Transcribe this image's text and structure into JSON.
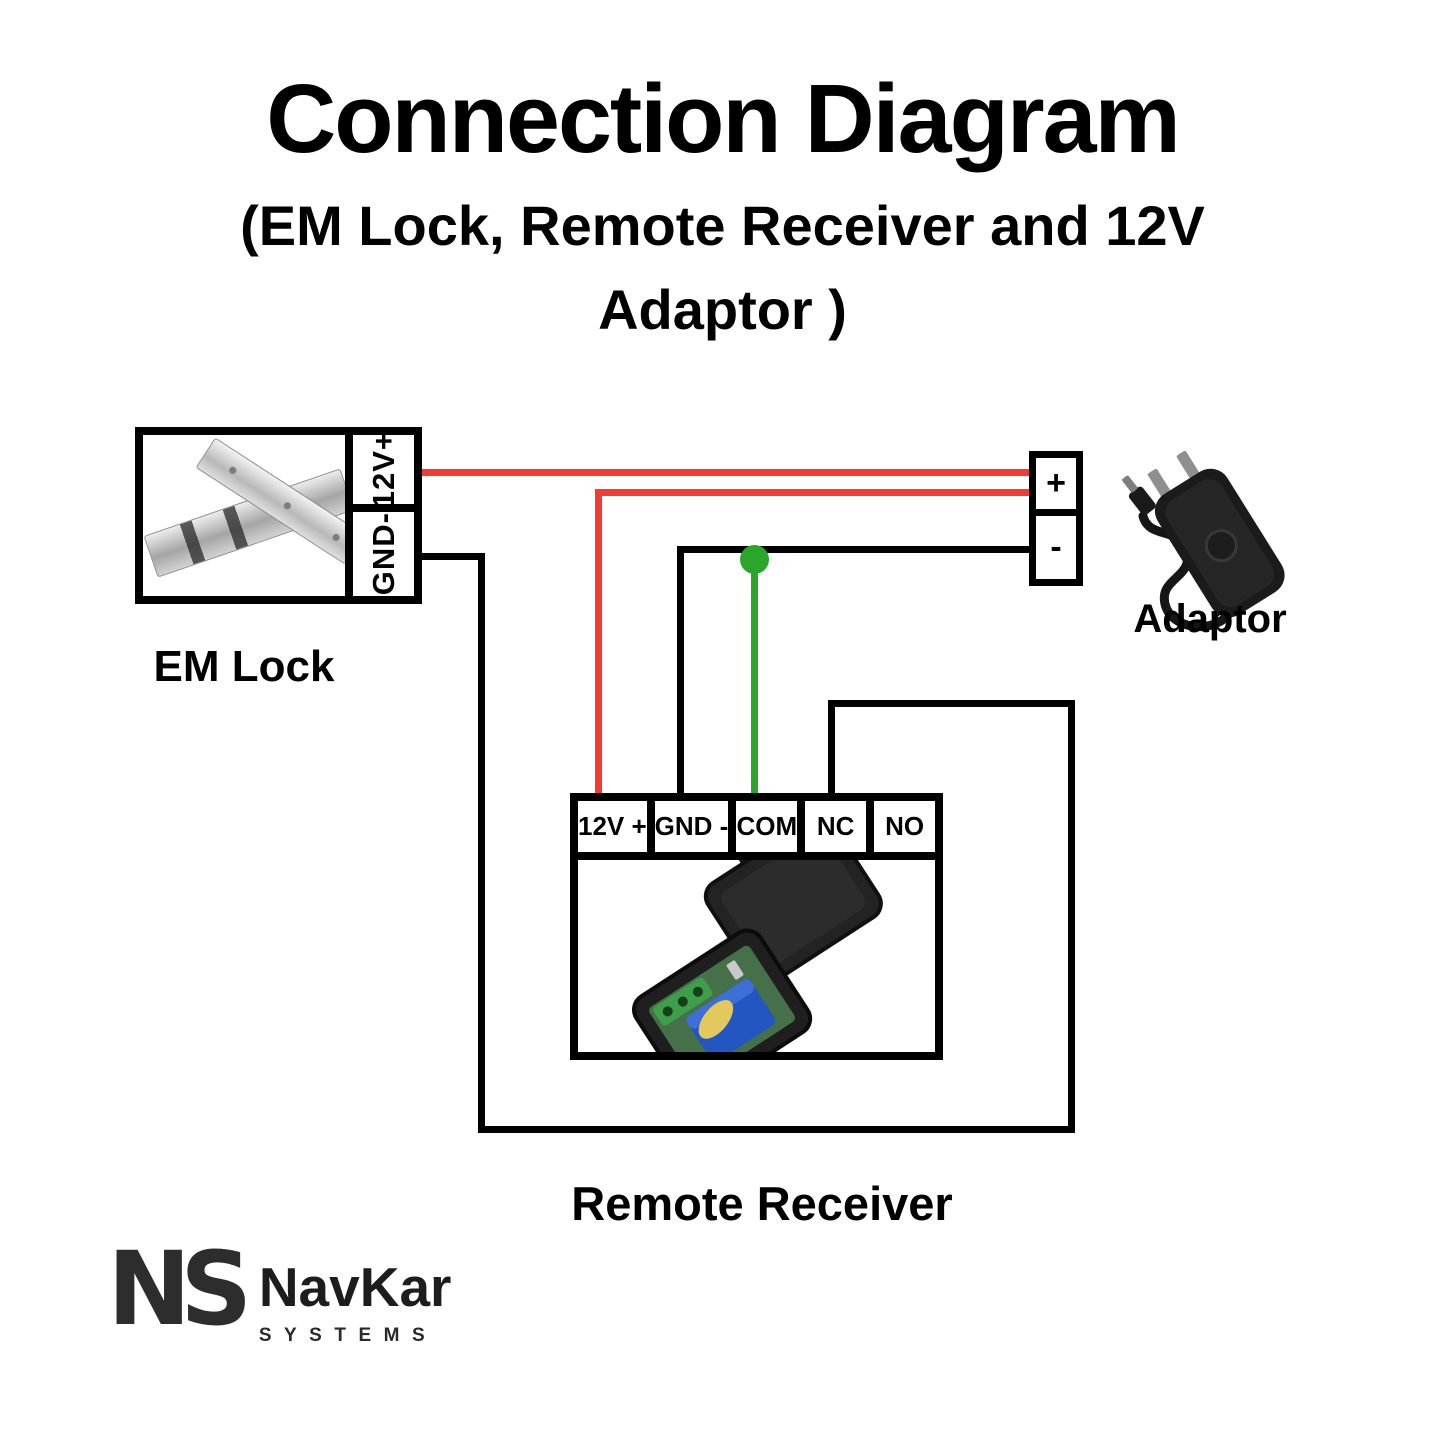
{
  "title": "Connection Diagram",
  "subtitle_line1": "(EM Lock, Remote Receiver and 12V",
  "subtitle_line2": "Adaptor )",
  "em_lock": {
    "label": "EM Lock",
    "terminals": [
      "12V+",
      "GND-"
    ]
  },
  "adaptor": {
    "label": "Adaptor",
    "terminals": [
      "+",
      "-"
    ]
  },
  "receiver": {
    "label": "Remote Receiver",
    "terminals": [
      "12V +",
      "GND -",
      "COM",
      "NC",
      "NO"
    ]
  },
  "logo": {
    "monogram": "NS",
    "name": "NavKar",
    "tagline": "SYSTEMS"
  },
  "colors": {
    "wire_red": "#f43b33",
    "wire_green": "#2aa62a",
    "wire_black": "#000000"
  }
}
